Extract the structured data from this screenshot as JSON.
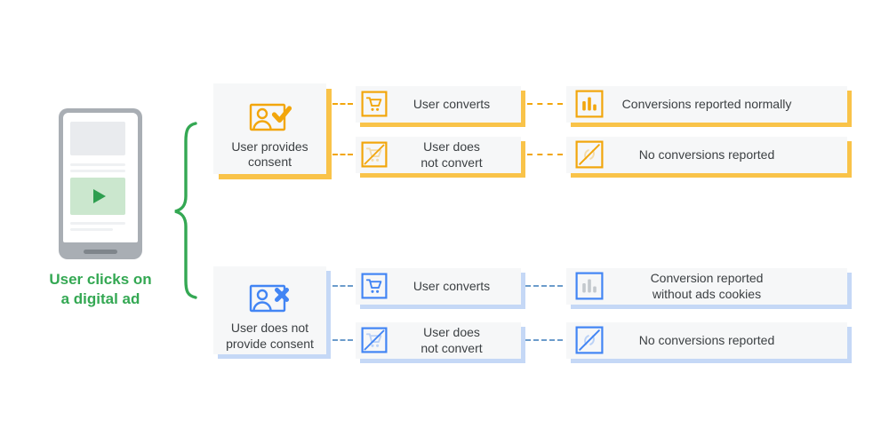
{
  "phone": {
    "caption": "User clicks on\na digital ad"
  },
  "flow": {
    "consent": {
      "label": "User provides\nconsent",
      "icon": "person-check",
      "outcomes": [
        {
          "icon": "shopping-cart",
          "label": "User converts",
          "result": {
            "icon": "bar-chart",
            "label": "Conversions reported normally"
          }
        },
        {
          "icon": "shopping-cart-crossed",
          "label": "User does\nnot convert",
          "result": {
            "icon": "no-conversions",
            "label": "No conversions reported"
          }
        }
      ]
    },
    "no_consent": {
      "label": "User does not\nprovide consent",
      "icon": "person-x",
      "outcomes": [
        {
          "icon": "shopping-cart",
          "label": "User converts",
          "result": {
            "icon": "bar-chart-muted",
            "label": "Conversion reported\nwithout ads cookies"
          }
        },
        {
          "icon": "shopping-cart-crossed",
          "label": "User does\nnot convert",
          "result": {
            "icon": "no-conversions",
            "label": "No conversions reported"
          }
        }
      ]
    }
  },
  "colors": {
    "yellow_accent": "#F2A60C",
    "yellow_shadow": "#F9C349",
    "blue_accent": "#4285F4",
    "blue_shadow": "#C5D8F6",
    "blue_connector": "#6C9CCB",
    "green": "#34A853",
    "text": "#3C4043",
    "box_fill": "#F6F7F8",
    "muted_gray": "#C3C8CD"
  }
}
